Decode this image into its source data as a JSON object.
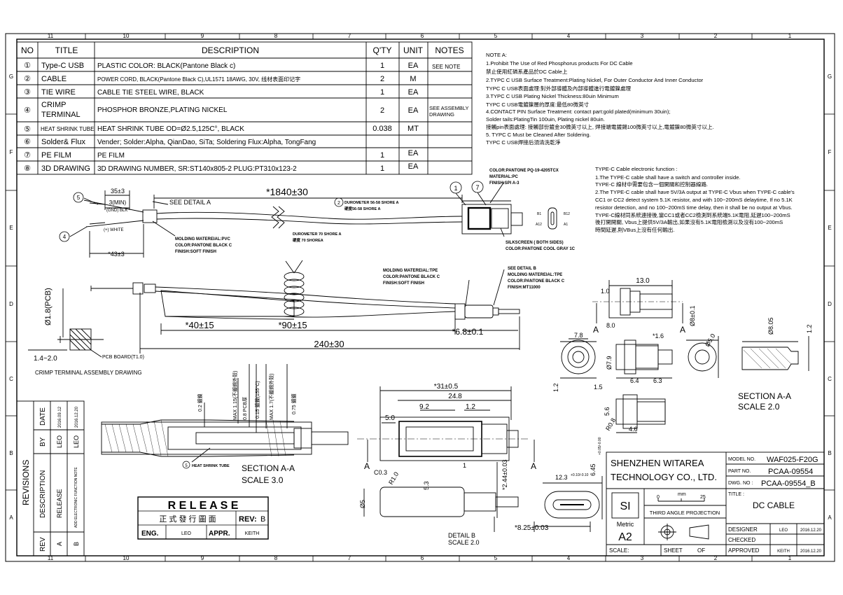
{
  "border": {
    "col_numbers": [
      "11",
      "10",
      "9",
      "8",
      "7",
      "6",
      "5",
      "4",
      "3",
      "2",
      "1"
    ],
    "row_letters": [
      "G",
      "F",
      "E",
      "D",
      "C",
      "B",
      "A"
    ]
  },
  "bom": {
    "headers": {
      "no": "NO",
      "title": "TITLE",
      "description": "DESCRIPTION",
      "qty": "Q'TY",
      "unit": "UNIT",
      "notes": "NOTES"
    },
    "rows": [
      {
        "no": "①",
        "title": "Type-C USB",
        "description": "PLASTIC COLOR: BLACK(Pantone Black c)",
        "qty": "1",
        "unit": "EA",
        "notes": "SEE NOTE",
        "notes2": ""
      },
      {
        "no": "②",
        "title": "CABLE",
        "description": "POWER CORD, BLACK(Pantone Black C),UL1571 18AWG, 30V, 线材表面印记字",
        "qty": "2",
        "unit": "M",
        "notes": "",
        "notes2": ""
      },
      {
        "no": "③",
        "title": "TIE WIRE",
        "description": "CABLE TIE STEEL WIRE, BLACK",
        "qty": "1",
        "unit": "EA",
        "notes": "",
        "notes2": ""
      },
      {
        "no": "④",
        "title": "CRIMP",
        "title2": "TERMINAL",
        "description": "PHOSPHOR BRONZE,PLATING NICKEL",
        "qty": "2",
        "unit": "EA",
        "notes": "SEE ASSEMBLY",
        "notes2": "DRAWING"
      },
      {
        "no": "⑤",
        "title": "HEAT SHRINK TUBE",
        "description": "HEAT SHRINK TUBE OD=Ø2.5,125C°, BLACK",
        "qty": "0.038",
        "unit": "MT",
        "notes": "",
        "notes2": ""
      },
      {
        "no": "⑥",
        "title": "Solder& Flux",
        "description": "Vender; Solder:Alpha, QianDao, SiTa; Soldering Flux:Alpha, TongFang",
        "qty": "",
        "unit": "",
        "notes": "",
        "notes2": ""
      },
      {
        "no": "⑦",
        "title": "PE FILM",
        "description": "PE FILM",
        "qty": "1",
        "unit": "EA",
        "notes": "",
        "notes2": ""
      },
      {
        "no": "⑧",
        "title": "3D DRAWING",
        "description": "3D DRAWING NUMBER, SR:ST140x805-2  PLUG:PT310x123-2",
        "qty": "1",
        "unit": "EA",
        "notes": "",
        "notes2": ""
      }
    ]
  },
  "note_a": [
    "NOTE A:",
    "1.Prohibit The Use of Red Phosphorus products For DC Cable",
    "   禁止使用紅磷系產品於DC Cable上",
    "2.TYPC C USB Surface Treatment:Plating Nickel, For Outer Conductor And Inner Conductor",
    "   TYPC C USB表面處理:對外部導體及內部導體進行電鍍鎳處理",
    "3.TYPC C USB Plating Nickel Thickness:80uin Minimum",
    "   TYPC C USB電鍍鎳層的厚度:最低80微英寸",
    "4.CONTACT PIN Surface Treatment: contact part:gold plated(minimum 30uin);",
    "   Solder tails:PlatingTin 100uin, Plating nickel 80uin.",
    "   接觸pin表面處理: 接觸部份鍍金30微英寸以上, 焊接端電鍍錫100微英寸以上,電鍍鎳80微英寸以上.",
    "5. TYPC C Must be Cleaned After Soldering.",
    "   TYPC C USB焊接后須清洗乾淨"
  ],
  "typec_note": [
    "TYPE-C Cable electronic function :",
    "1.The TYPE-C cable shall have a switch and controller inside.",
    "   TYPE-C 線材中需要包含一個開關和控制器線路.",
    "2.The TYPE-C cable shall have 5V/3A output at TYPE-C Vbus when TYPE-C cable's",
    "   CC1 or CC2 detect system 5.1K resistor, and with 100~200mS delaytime, If no 5.1K",
    "   resistor detection, and no 100~200mS time delay, then it shall be no output at Vbus.",
    "   TYPE-C線材同系統連接後,當CC1或者CC2檢測到系統端5.1K電阻,延遲100~200mS",
    "   後打開開關, Vbus上提供5V/3A輸出,如果沒有5.1K電阻檢測以及沒有100~200mS",
    "   時間延遲,則VBus上沒有任何輸出."
  ],
  "top_view": {
    "dim_overall": "*1840±30",
    "dim_35": "35±3",
    "dim_3min": "3(MIN)",
    "gnd_blk": "(GND) BLK",
    "white": "(+) WHITE",
    "see_detail_a": "SEE DETAIL A",
    "dim_43": "*43±3",
    "durometer_5658": "DUROMETER 56-58 SHORE A",
    "durometer_5658_cn": "硬度56-58 SHORE A",
    "durometer_70": "DUROMETER 70 SHORE A",
    "durometer_70_cn": "硬度 70 SHOREA",
    "molding_pvc": [
      "MOLDING MATEREIAL:PVC",
      "COLOR:PANTONE BLACK C",
      "FINISH:SOFT FINISH"
    ],
    "color_pq": [
      "COLOR:PANTONE PQ-19-4205TCX",
      "MATERIAL:PC",
      "FINISH:SPI A-3"
    ],
    "silkscreen": [
      "SILKSCREEN  ( BOTH SIDES)",
      "COLOR:PANTONE COOL GRAY 1C"
    ],
    "pin_b1": "B1",
    "pin_b12": "B12",
    "pin_a12": "A12",
    "pin_a1": "A1",
    "balloon_1": "1",
    "balloon_7": "7",
    "balloon_2": "2",
    "balloon_4": "4",
    "balloon_5": "5"
  },
  "mid_view": {
    "molding_tpe": [
      "MOLDING MATEREIAL:TPE",
      "COLOR:PANTONE BLACK C",
      "FINISH:SOFT FINISH"
    ],
    "detail_b": [
      "SEE DETAIL B",
      "MOLDING MATEREIAL:TPE",
      "COLOR:PANTONE BLACK C",
      "FINISH:MT11000"
    ],
    "dim_40": "*40±15",
    "dim_90": "*90±15",
    "dim_68": "*6.8±0.1",
    "dim_240": "240±30",
    "pcb_dia": "Ø1.8(PCB)",
    "dim_1424": "1.4~2.0",
    "pcb_board": "PCB BOARD(T1.0)",
    "crimp_caption": "CRIMP TERMINAL ASSEMBLY DRAWING"
  },
  "section_left": {
    "labels": [
      "0.2 鍍鎳",
      "MAX 1.15(不鍍錫外殼)",
      "0.8 PCB厚",
      "0.15 鍍鎳(155°C)",
      "MAX 1.7(不鍍錫外殼)",
      "0.75 鍍鍍"
    ],
    "heat_shrink": "HEAT SHRINK TUBE",
    "balloon": "5",
    "caption1": "SECTION  A-A",
    "caption2": "SCALE 3.0"
  },
  "detail_b": {
    "dim_31": "*31±0.5",
    "dim_248": "24.8",
    "dim_92": "9.2",
    "dim_12": "1.2",
    "dim_50": "5.0",
    "dim_c03": "C0.3",
    "dim_r10": "R1.0",
    "dim_53": "5.3",
    "dim_d5": "Ø5",
    "dim_244": "*2.44±0.03",
    "dim_825": "*8.25±0.03",
    "dim_123": "12.3",
    "dim_123_tol": "+0.10/-0.10",
    "dim_645": "6.45",
    "dim_645_tol": "+0.05/-0.00",
    "label_a": "A",
    "num_1": "1",
    "caption1": "DETAIL B",
    "caption2": "SCALE 2.0"
  },
  "right_views": {
    "dim_130": "13.0",
    "dim_10": "1.0",
    "dim_80": "8.0",
    "dim_78": "7.8",
    "dim_16": "*1.6",
    "dim_79": "Ø7.9",
    "dim_64": "6.4",
    "dim_63": "6.3",
    "dim_12": "1.2",
    "dim_15": "1.5",
    "dim_46": "4.6",
    "dim_56": "5.6",
    "dim_r08": "R0.8",
    "dim_d8": "Ø8±0.1",
    "dim_d50": "Ø5.0",
    "dim_805": "Ø8.05",
    "dim_12b": "1.2",
    "label_a": "A",
    "caption1": "SECTION  A-A",
    "caption2": "SCALE 2.0"
  },
  "revisions": {
    "side_label": "REVISIONS",
    "rev_header": "REV",
    "desc_header": "DESCRIPTION",
    "by_header": "BY",
    "date_header": "DATE",
    "rows": [
      {
        "rev": "A",
        "desc": "RELEASE",
        "by": "LEO",
        "date": "2016.09.12"
      },
      {
        "rev": "B",
        "desc": "ADD ELECTRONIC FUNCTION NOTE",
        "by": "LEO",
        "date": "2016.12.20"
      }
    ]
  },
  "release": {
    "title": "R E L E A S E",
    "chinese": "正 式 發 行 圖 面",
    "rev_label": "REV:",
    "rev_value": "B",
    "eng_label": "ENG.",
    "eng_value": "LEO",
    "appr_label": "APPR.",
    "appr_value": "KEITH"
  },
  "title_block": {
    "company1": "SHENZHEN WITAREA",
    "company2": "TECHNOLOGY CO., LTD.",
    "model_label": "MODEL NO.",
    "model_value": "WAF025-F20G",
    "part_label": "PART NO.",
    "part_value": "PCAA-09554",
    "dwg_label": "DWG. NO :",
    "dwg_value": "PCAA-09554_B",
    "title_label": "TITLE :",
    "title_value": "DC CABLE",
    "si": "SI",
    "metric": "Metric",
    "paper": "A2",
    "scale_mm": "mm",
    "scale_0": "0",
    "scale_25": "25",
    "projection": "THIRD ANGLE PROJECTION",
    "designer_label": "DESIGNER",
    "designer_value": "LEO",
    "designer_date": "2016.12.20",
    "checked_label": "CHECKED",
    "approved_label": "APPROVED",
    "approved_value": "KEITH",
    "approved_date": "2016.12.20",
    "scale_label": "SCALE:",
    "sheet_label": "SHEET",
    "of_label": "OF"
  }
}
